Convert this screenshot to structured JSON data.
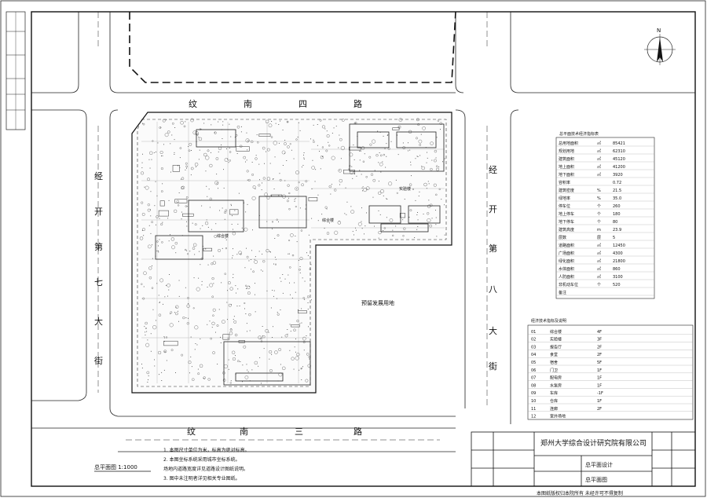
{
  "compass": {
    "north_label": "N"
  },
  "roads": {
    "north_chars": [
      "纹",
      "南",
      "四",
      "路"
    ],
    "south_chars": [
      "纹",
      "南",
      "三",
      "路"
    ],
    "west_chars": [
      "经",
      "开",
      "第",
      "七",
      "大",
      "街"
    ],
    "east_chars": [
      "经",
      "开",
      "第",
      "八",
      "大",
      "街"
    ]
  },
  "labels": {
    "reserved_land": "预留发展用地",
    "site_center": "综合楼",
    "bldg_a": "综合楼",
    "bldg_b": "实验楼"
  },
  "table_upper": {
    "title": "总平面技术经济指标表",
    "rows": [
      [
        "总用地面积",
        "㎡",
        "85421"
      ],
      [
        "规划用地",
        "㎡",
        "62310"
      ],
      [
        "建筑面积",
        "㎡",
        "45120"
      ],
      [
        "地上面积",
        "㎡",
        "41200"
      ],
      [
        "地下面积",
        "㎡",
        "3920"
      ],
      [
        "容积率",
        "",
        "0.72"
      ],
      [
        "建筑密度",
        "%",
        "21.5"
      ],
      [
        "绿地率",
        "%",
        "35.0"
      ],
      [
        "停车位",
        "个",
        "260"
      ],
      [
        "地上停车",
        "个",
        "180"
      ],
      [
        "地下停车",
        "个",
        "80"
      ],
      [
        "建筑高度",
        "m",
        "23.9"
      ],
      [
        "层数",
        "层",
        "5"
      ],
      [
        "道路面积",
        "㎡",
        "12450"
      ],
      [
        "广场面积",
        "㎡",
        "4300"
      ],
      [
        "绿化面积",
        "㎡",
        "21800"
      ],
      [
        "水体面积",
        "㎡",
        "860"
      ],
      [
        "人防面积",
        "㎡",
        "3100"
      ],
      [
        "非机动车位",
        "个",
        "520"
      ],
      [
        "备注",
        "",
        ""
      ]
    ]
  },
  "table_lower": {
    "title": "经济技术指标及说明",
    "rows": [
      [
        "01",
        "综合楼",
        "4F"
      ],
      [
        "02",
        "实验楼",
        "3F"
      ],
      [
        "03",
        "报告厅",
        "2F"
      ],
      [
        "04",
        "食堂",
        "2F"
      ],
      [
        "05",
        "宿舍",
        "5F"
      ],
      [
        "06",
        "门卫",
        "1F"
      ],
      [
        "07",
        "配电房",
        "1F"
      ],
      [
        "08",
        "水泵房",
        "1F"
      ],
      [
        "09",
        "车库",
        "-1F"
      ],
      [
        "10",
        "仓库",
        "1F"
      ],
      [
        "11",
        "连廊",
        "2F"
      ],
      [
        "12",
        "室外场地",
        ""
      ]
    ]
  },
  "notes": {
    "heading": "总平面图 1:1000",
    "items": [
      "1. 本图尺寸单位为米，标高为绝对标高。",
      "2. 本图坐标系统采用城市坐标系统。",
      "   场地内道路宽度详见道路设计图纸说明。",
      "3. 图中未注明者详见相关专业图纸。"
    ]
  },
  "title_block": {
    "company": "郑州大学综合设计研究院有限公司",
    "project": "总平面设计",
    "drawing": "总平面图",
    "bottom_note": "本图纸版权归本院所有 未经许可不得复制"
  }
}
